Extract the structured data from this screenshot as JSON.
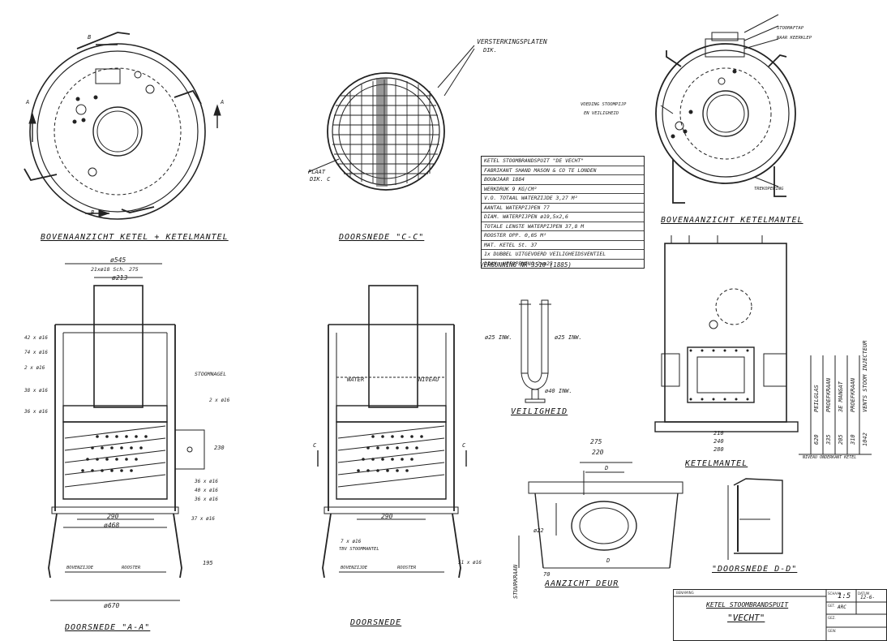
{
  "captions": {
    "top_left": "BOVENAANZICHT KETEL + KETELMANTEL",
    "top_mid": "DOORSNEDE \"C-C\"",
    "top_right": "BOVENAANZICHT KETELMANTEL",
    "bottom_left": "DOORSNEDE \"A-A\"",
    "bottom_mid": "DOORSNEDE",
    "safety": "VEILIGHEID",
    "door": "AANZICHT DEUR",
    "section_dd": "\"DOORSNEDE D-D\"",
    "mantle": "KETELMANTEL"
  },
  "notes": {
    "reinforcement": "VERSTERKINGSPLATEN",
    "reinforcement_dim": "DIK.",
    "plate": "PLAAT",
    "plate_dim": "DIK. C",
    "steam_outlet": "STOOMAFTAP",
    "toward_valve": "NAAR KEERKLEP",
    "vent_steam": "VOEDING STOOMPIJP",
    "safety_pipe": "EN VEILIGHEID",
    "vent_opening": "TREKOPENING",
    "stoomnagel": "STOOMNAGEL",
    "water": "WATER",
    "niveau": "NIVEAU",
    "roosters": "ROOSTER",
    "bovenzijde": "BOVENZIJDE",
    "steam_hole": "TBV STOOMMANTEL",
    "stuurkraan": "STUURKRAAN",
    "inw_left": "ø25 INW.",
    "inw_right": "ø25 INW.",
    "inw_bottom": "ø40 INW.",
    "onderkant": "NIVEAU ONDERKANT KETEL",
    "letter_a": "A",
    "letter_b": "B",
    "letter_c": "C",
    "letter_d": "D"
  },
  "dims": {
    "d545": "ø545",
    "d213": "ø213",
    "d_pitch": "21xø18 Sch. 275",
    "d290": "290",
    "d468": "ø468",
    "d670": "ø670",
    "d290b": "290",
    "d275": "275",
    "d220": "220",
    "d210": "210",
    "d240": "240",
    "d280": "280",
    "d195": "195",
    "d70": "70",
    "d230": "230",
    "d22": "ø22",
    "r42": "42 x ø16",
    "r74": "74 x ø16",
    "r38": "38 x ø16",
    "r2": "2 x ø16",
    "r36": "36 x ø16",
    "r40": "40 x ø16",
    "r37": "37 x ø16",
    "r51": "51 x ø16",
    "r7": "7 x ø16"
  },
  "spec_rows": [
    "KETEL STOOMBRANDSPUIT \"DE VECHT\"",
    "FABRIKANT SHAND MASON & CO TE LONDEN",
    "BOUWJAAR 1884",
    "WERKDRUK 9 KG/CM²",
    "V.O. TOTAAL WATERZIJDE 3,27 M²",
    "AANTAL WATERPIJPEN 77",
    "DIAM. WATERPIJPEN ø19,5x2,6",
    "TOTALE LENGTE WATERPIJPEN 37,8 M",
    "ROOSTER OPP. 0,05 M²",
    "MAT. KETEL St. 37",
    "1x DUBBEL UITGEVOERD VEILIGHEIDSVENTIEL",
    "DIAM. HEFOPENING 2xø25"
  ],
  "permit": "VERGUNNING NR 3510 (1885)",
  "mantle_labels": [
    "PEILGLAS",
    "PROEFKRAAN",
    "3E MANGAT",
    "PROEFKRAAN",
    "VENTS STOOM INJECTEUR"
  ],
  "mantle_values": [
    "620",
    "335",
    "205",
    "310",
    "1042"
  ],
  "title_block": {
    "header": "BENAMING",
    "title_line1": "KETEL STOOMBRANDSPUIT",
    "title_line2": "\"VECHT\"",
    "scale_label": "SCHAAL",
    "scale": "1:5",
    "date_label": "DATUM",
    "date": "12-6-",
    "drawn_label": "GET.",
    "drawn": "ARC",
    "checked_label": "GEZ.",
    "check_label2": "GEW."
  }
}
